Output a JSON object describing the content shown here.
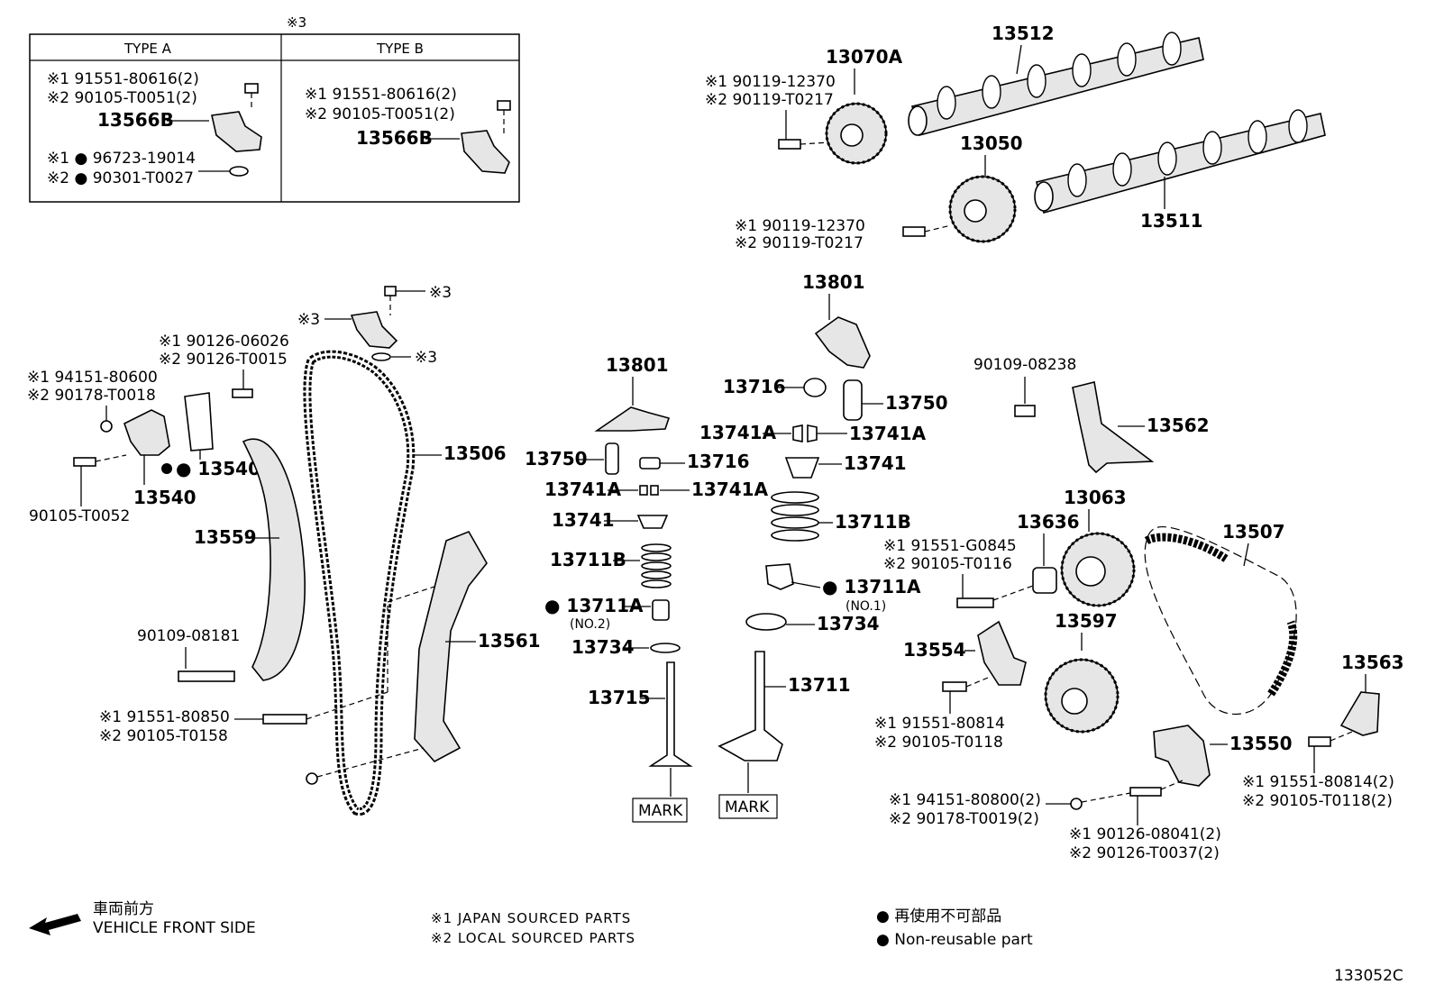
{
  "inset": {
    "mark": "※3",
    "type_a": {
      "header": "TYPE A",
      "line1": "※1 91551-80616(2)",
      "line2": "※2 90105-T0051(2)",
      "bracket": "13566B",
      "line3": "※1 ● 96723-19014",
      "line4": "※2 ● 90301-T0027"
    },
    "type_b": {
      "header": "TYPE B",
      "line1": "※1 91551-80616(2)",
      "line2": "※2 90105-T0051(2)",
      "bracket": "13566B"
    }
  },
  "top": {
    "p13512": "13512",
    "p13070a": "13070A",
    "bolt1_l1": "※1 90119-12370",
    "bolt1_l2": "※2 90119-T0217",
    "p13050": "13050",
    "bolt2_l1": "※1 90119-12370",
    "bolt2_l2": "※2 90119-T0217",
    "p13511": "13511"
  },
  "left": {
    "m3a": "※3",
    "m3b": "※3",
    "m3c": "※3",
    "b1_l1": "※1 90126-06026",
    "b1_l2": "※2 90126-T0015",
    "b2_l1": "※1 94151-80600",
    "b2_l2": "※2 90178-T0018",
    "p13540c": "● 13540C",
    "p13540": "13540",
    "p90105_t0052": "90105-T0052",
    "p13506": "13506",
    "p13559": "13559",
    "p90109_08181": "90109-08181",
    "p13561": "13561",
    "b3_l1": "※1 91551-80850",
    "b3_l2": "※2 90105-T0158"
  },
  "center": {
    "p13801a": "13801",
    "p13750a": "13750",
    "p13716a": "13716",
    "p13741a_l": "13741A",
    "p13741a_r": "13741A",
    "p13741a": "13741",
    "p13711b_a": "13711B",
    "p13711a_a": "● 13711A",
    "no2": "(NO.2)",
    "p13734a": "13734",
    "p13715": "13715",
    "mark_a": "MARK",
    "p13801b": "13801",
    "p13716b": "13716",
    "p13750b": "13750",
    "p13741a2_l": "13741A",
    "p13741a2_r": "13741A",
    "p13741b": "13741",
    "p13711b_b": "13711B",
    "p13711a_b": "● 13711A",
    "no1": "(NO.1)",
    "p13734b": "13734",
    "p13711": "13711",
    "mark_b": "MARK"
  },
  "right": {
    "p90109_08238": "90109-08238",
    "p13562": "13562",
    "p13063": "13063",
    "p13636": "13636",
    "b4_l1": "※1 91551-G0845",
    "b4_l2": "※2 90105-T0116",
    "p13507": "13507",
    "p13597": "13597",
    "p13554": "13554",
    "b5_l1": "※1 91551-80814",
    "b5_l2": "※2 90105-T0118",
    "p13563": "13563",
    "p13550": "13550",
    "b6_l1": "※1 91551-80814(2)",
    "b6_l2": "※2 90105-T0118(2)",
    "b7_l1": "※1 94151-80800(2)",
    "b7_l2": "※2 90178-T0019(2)",
    "b8_l1": "※1 90126-08041(2)",
    "b8_l2": "※2 90126-T0037(2)"
  },
  "footer": {
    "front_jp": "車両前方",
    "front_en": "VEHICLE FRONT SIDE",
    "note1": "※1 JAPAN SOURCED PARTS",
    "note2": "※2 LOCAL SOURCED PARTS",
    "legend_jp": "● 再使用不可部品",
    "legend_en": "● Non-reusable part",
    "code": "133052C"
  }
}
